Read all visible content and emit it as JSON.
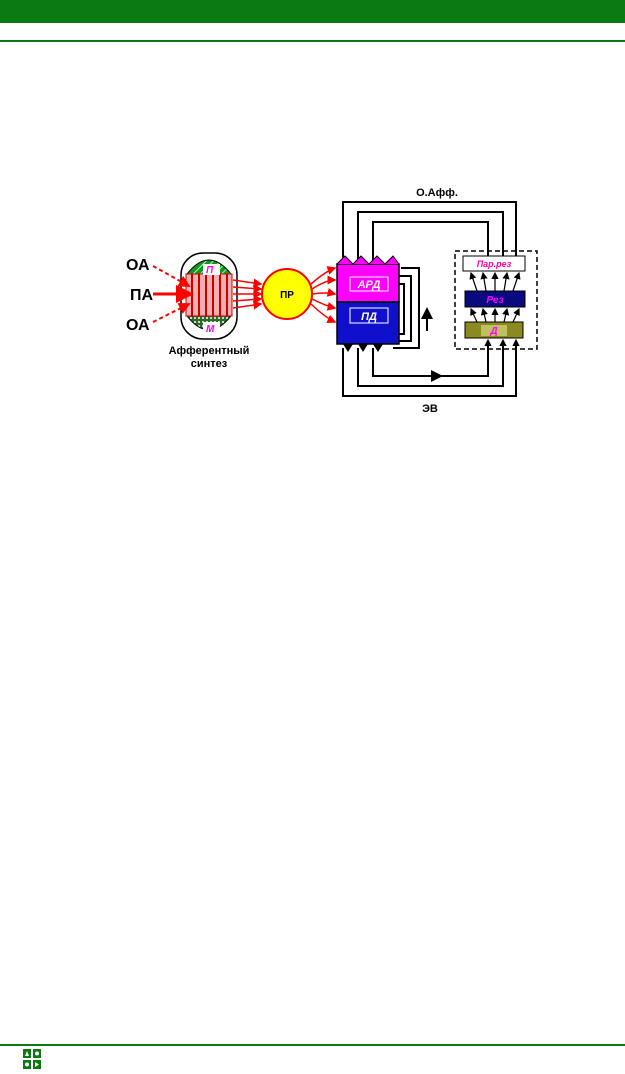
{
  "colors": {
    "header_green": "#0b7a12",
    "arrow_red": "#ff0000",
    "magenta": "#ff00ff",
    "blue": "#0000dd",
    "navy": "#000080",
    "yellow": "#ffff00",
    "olive": "#808000",
    "green": "#008000"
  },
  "diagram": {
    "labels": {
      "oa_top": "ОА",
      "pa": "ПА",
      "oa_bottom": "ОА",
      "p": "П",
      "m": "М",
      "afferent_line1": "Афферентный",
      "afferent_line2": "синтез",
      "pr": "ПР",
      "ard": "АРД",
      "pd": "ПД",
      "o_aff": "О.Афф.",
      "ev": "ЭВ",
      "par_rez": "Пар.рез",
      "rez": "Рез",
      "d": "Д"
    }
  },
  "footer": {
    "logo_icon": "publisher-logo-icon"
  }
}
